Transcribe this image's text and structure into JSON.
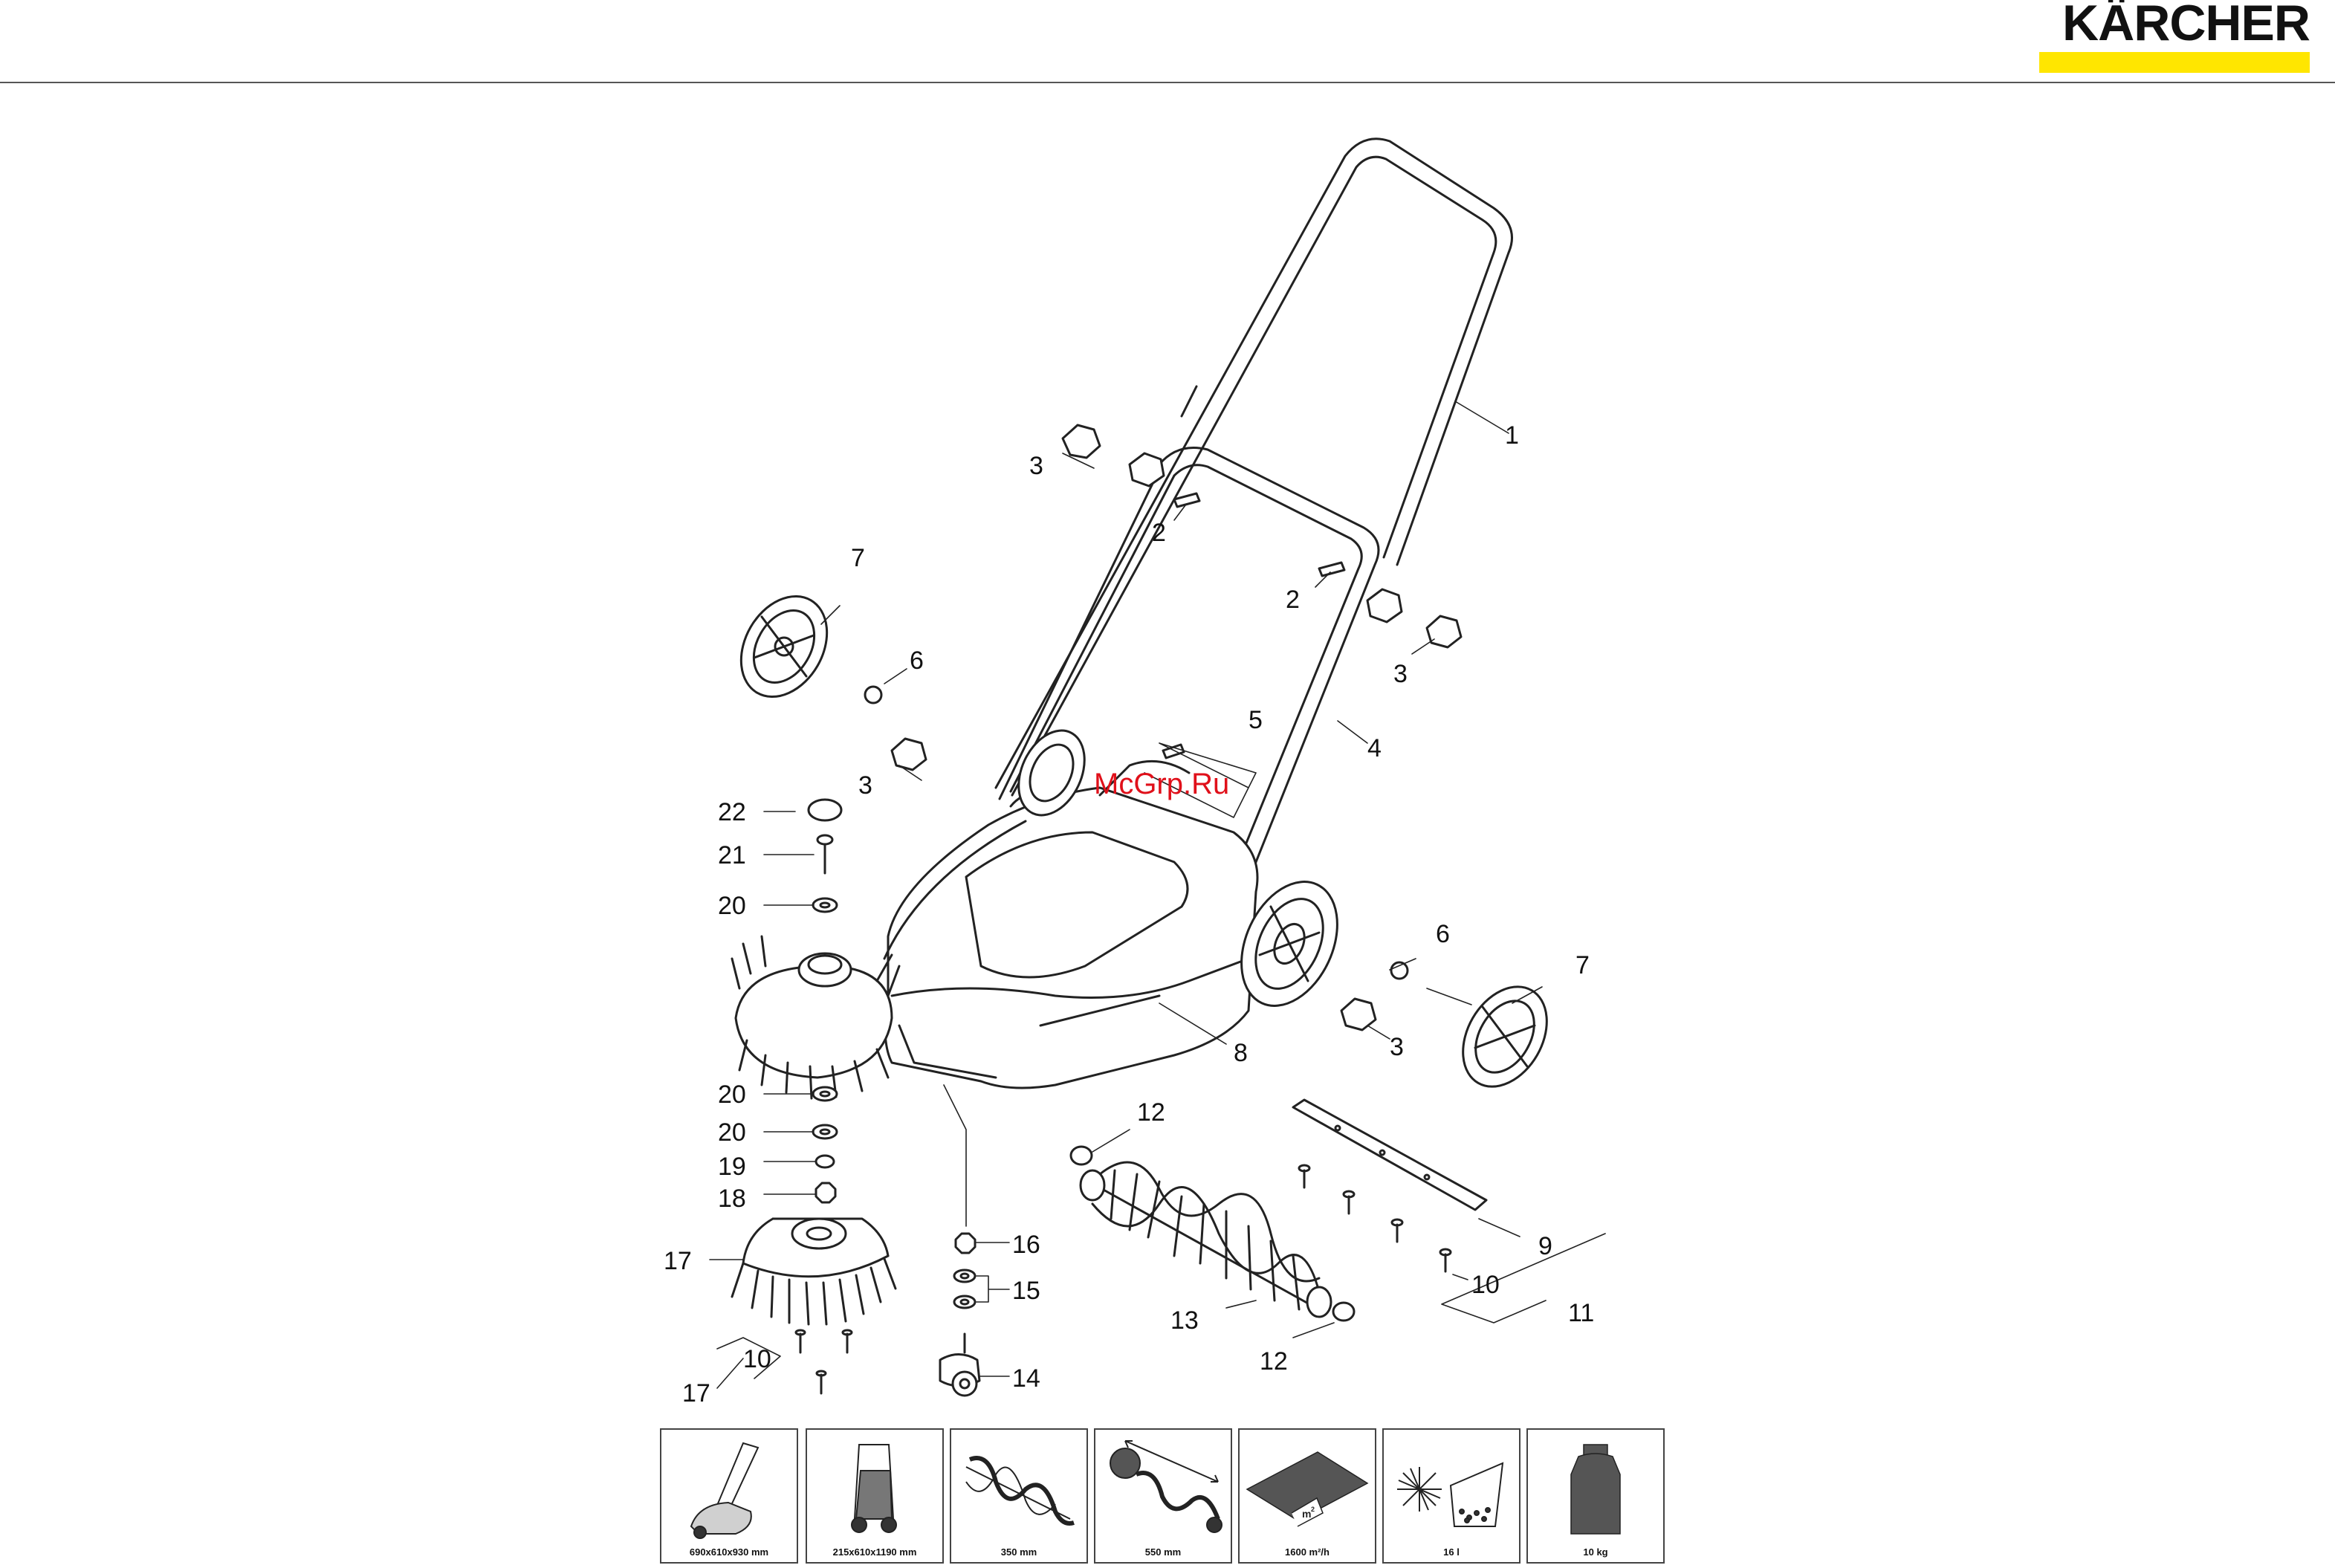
{
  "brand": {
    "name": "KÄRCHER",
    "accent_color": "#ffe600"
  },
  "watermark": "McGrp.Ru",
  "callouts": [
    "1",
    "2",
    "2",
    "3",
    "3",
    "3",
    "3",
    "4",
    "5",
    "6",
    "6",
    "7",
    "7",
    "8",
    "9",
    "10",
    "10",
    "11",
    "12",
    "12",
    "13",
    "14",
    "15",
    "16",
    "17",
    "17",
    "18",
    "19",
    "20",
    "20",
    "20",
    "21",
    "22"
  ],
  "specs": [
    {
      "label": "690x610x930 mm",
      "icon": "sweeper-working-icon"
    },
    {
      "label": "215x610x1190 mm",
      "icon": "sweeper-folded-icon"
    },
    {
      "label": "350 mm",
      "icon": "roller-brush-icon"
    },
    {
      "label": "550 mm",
      "icon": "sweeping-width-icon"
    },
    {
      "label": "1600 m²/h",
      "icon": "area-performance-icon"
    },
    {
      "label": "16 l",
      "icon": "waste-container-icon"
    },
    {
      "label": "10  kg",
      "icon": "weight-icon"
    }
  ]
}
